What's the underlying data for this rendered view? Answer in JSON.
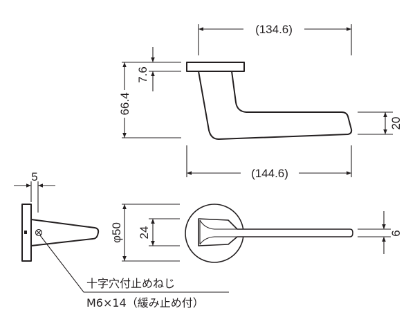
{
  "drawing": {
    "dimensions": {
      "top_width": "(134.6)",
      "bottom_width": "(144.6)",
      "total_height": "66.4",
      "rose_thickness": "7.6",
      "grip_height": "20",
      "side_offset": "5",
      "rose_diameter": "φ50",
      "base_width": "24",
      "grip_thickness": "6"
    },
    "notes": {
      "screw_type": "十字穴付止めねじ",
      "screw_spec": "M6×14（緩み止め付）"
    },
    "line_color": "#231f20"
  }
}
